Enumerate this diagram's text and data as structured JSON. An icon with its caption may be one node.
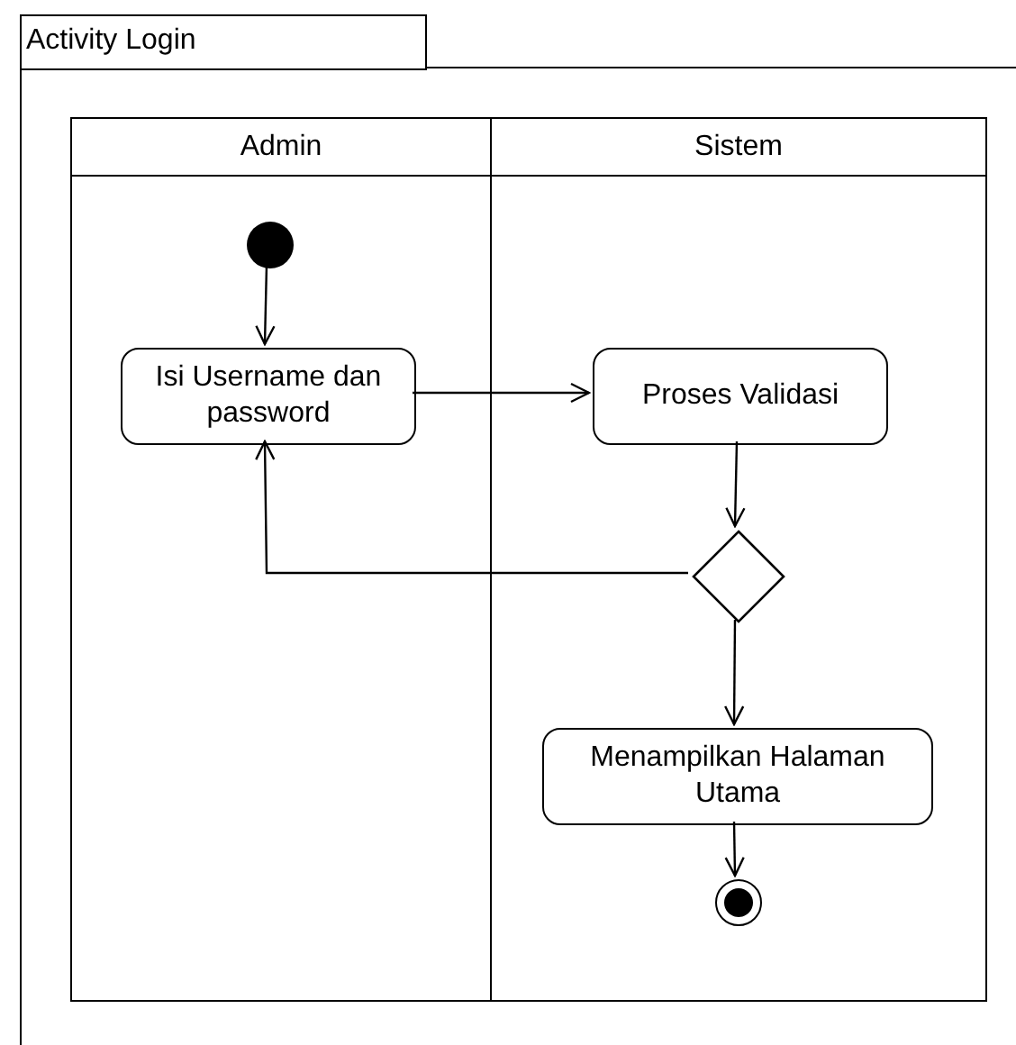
{
  "diagram": {
    "nodes": [
      {
        "text": [
          "Activity Login"
        ]
      },
      {
        "text": [
          "Admin"
        ],
        "in": 0
      },
      {
        "text": [
          "Sistem"
        ],
        "in": 0
      },
      {
        "text": [],
        "shape": "circle",
        "in": 1
      },
      {
        "text": [
          "Isi Username dan password"
        ],
        "in": 1
      },
      {
        "text": [
          "Proses Validasi"
        ],
        "in": 2
      },
      {
        "text": [],
        "shape": "diamond",
        "in": 2
      },
      {
        "text": [
          "Menampilkan Halaman Utama"
        ],
        "in": 2
      },
      {
        "text": [],
        "shape": "bullseye",
        "in": 2
      }
    ],
    "edges": [
      {
        "from": 3,
        "to": 4,
        "arrow": "to"
      },
      {
        "from": 4,
        "to": 5,
        "arrow": "to"
      },
      {
        "from": 5,
        "to": 6,
        "arrow": "to"
      },
      {
        "from": 6,
        "to": 4,
        "arrow": "to"
      },
      {
        "from": 6,
        "to": 7,
        "arrow": "to"
      },
      {
        "from": 7,
        "to": 8,
        "arrow": "to"
      }
    ]
  }
}
